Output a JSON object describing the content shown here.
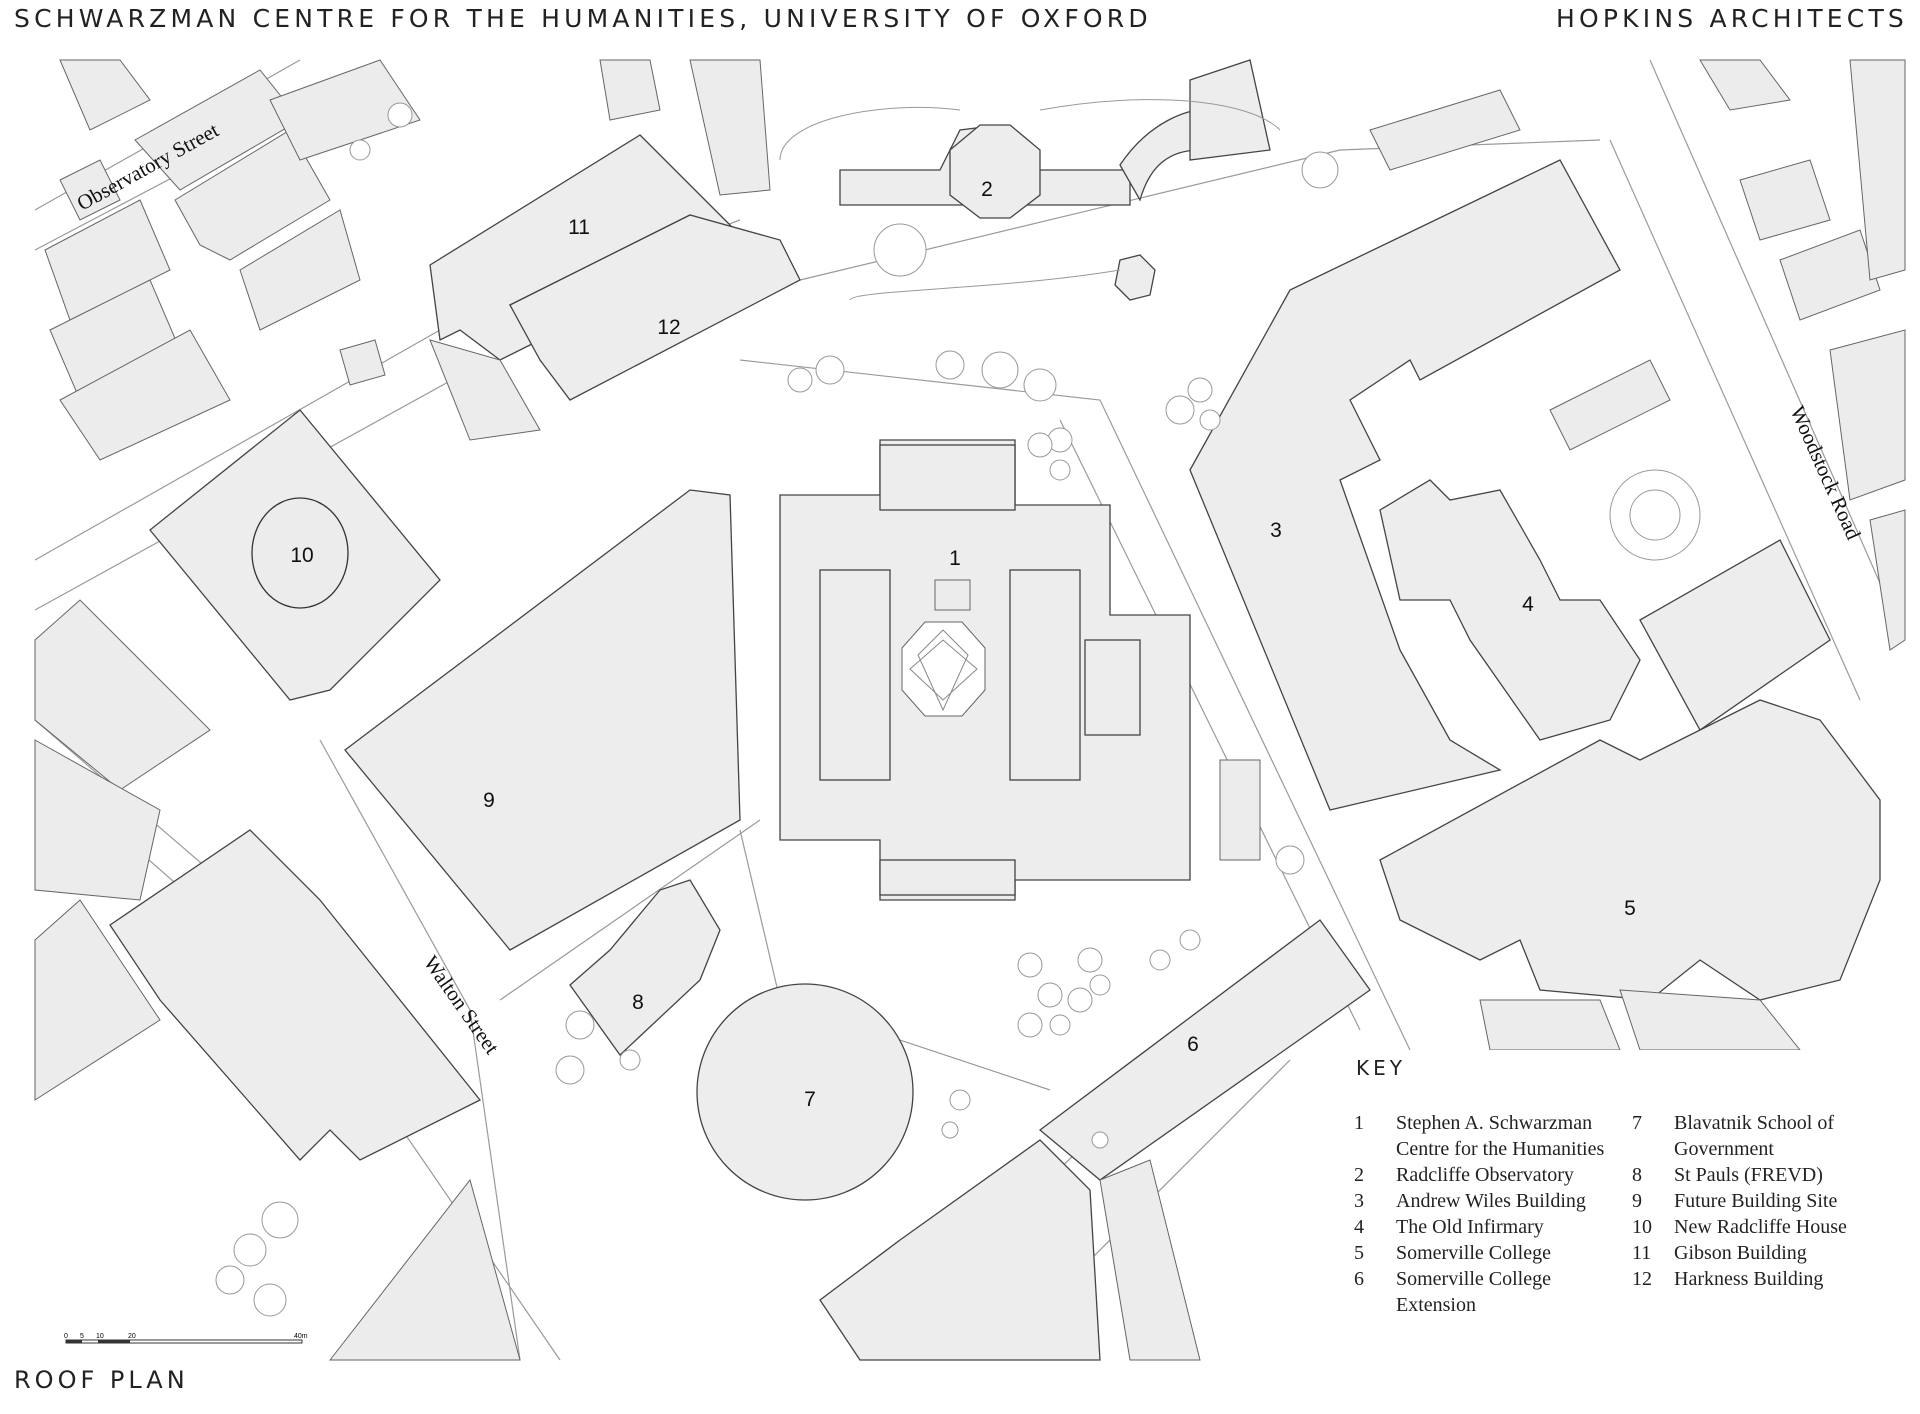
{
  "header": {
    "title_left": "SCHWARZMAN CENTRE FOR THE HUMANITIES, UNIVERSITY OF OXFORD",
    "title_right": "HOPKINS ARCHITECTS"
  },
  "footer": {
    "title": "ROOF PLAN"
  },
  "streets": {
    "observatory": "Observatory Street",
    "woodstock": "Woodstock Road",
    "walton": "Walton Street"
  },
  "building_numbers": {
    "b1": "1",
    "b2": "2",
    "b3": "3",
    "b4": "4",
    "b5": "5",
    "b6": "6",
    "b7": "7",
    "b8": "8",
    "b9": "9",
    "b10": "10",
    "b11": "11",
    "b12": "12"
  },
  "scale_bar": {
    "labels": [
      "0",
      "5",
      "10",
      "20",
      "40m"
    ]
  },
  "key": {
    "title": "KEY",
    "items": [
      {
        "num": "1",
        "text": "Stephen A. Schwarzman Centre for the Humanities"
      },
      {
        "num": "2",
        "text": "Radcliffe Observatory"
      },
      {
        "num": "3",
        "text": "Andrew Wiles Building"
      },
      {
        "num": "4",
        "text": "The Old Infirmary"
      },
      {
        "num": "5",
        "text": "Somerville College"
      },
      {
        "num": "6",
        "text": "Somerville College Extension"
      },
      {
        "num": "7",
        "text": "Blavatnik School of Government"
      },
      {
        "num": "8",
        "text": "St Pauls (FREVD)"
      },
      {
        "num": "9",
        "text": "Future Building Site"
      },
      {
        "num": "10",
        "text": "New Radcliffe House"
      },
      {
        "num": "11",
        "text": "Gibson Building"
      },
      {
        "num": "12",
        "text": "Harkness Building"
      }
    ]
  }
}
